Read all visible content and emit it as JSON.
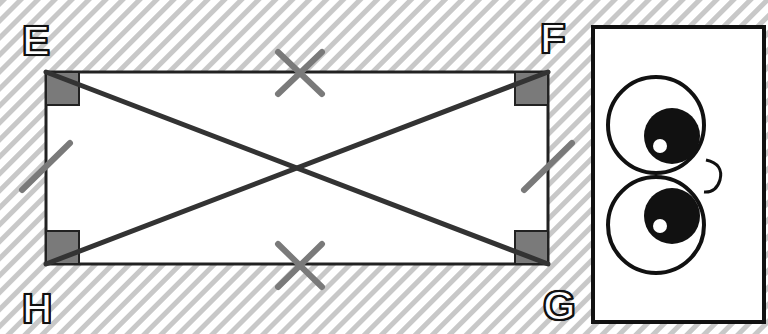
{
  "diagram": {
    "labels": [
      "E",
      "F",
      "H",
      "G"
    ]
  }
}
